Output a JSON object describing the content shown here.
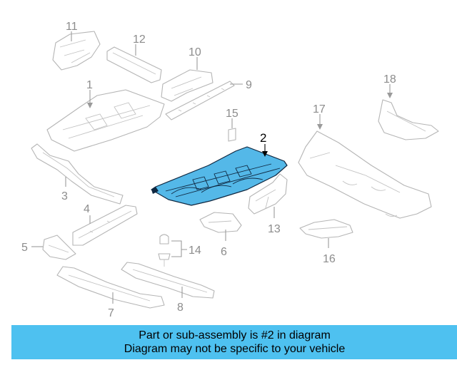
{
  "callouts": {
    "c1": "1",
    "c2": "2",
    "c3": "3",
    "c4": "4",
    "c5": "5",
    "c6": "6",
    "c7": "7",
    "c8": "8",
    "c9": "9",
    "c10": "10",
    "c11": "11",
    "c12": "12",
    "c13": "13",
    "c14": "14",
    "c15": "15",
    "c16": "16",
    "c17": "17",
    "c18": "18"
  },
  "highlighted_part": "2",
  "colors": {
    "highlight": "#54b8e8",
    "outline": "#0f2740",
    "banner": "#4ec1f0",
    "parts": "#b5b5b5"
  },
  "banner": {
    "line1": "Part or sub-assembly is #2 in diagram",
    "line2": "Diagram may not be specific to your vehicle"
  }
}
